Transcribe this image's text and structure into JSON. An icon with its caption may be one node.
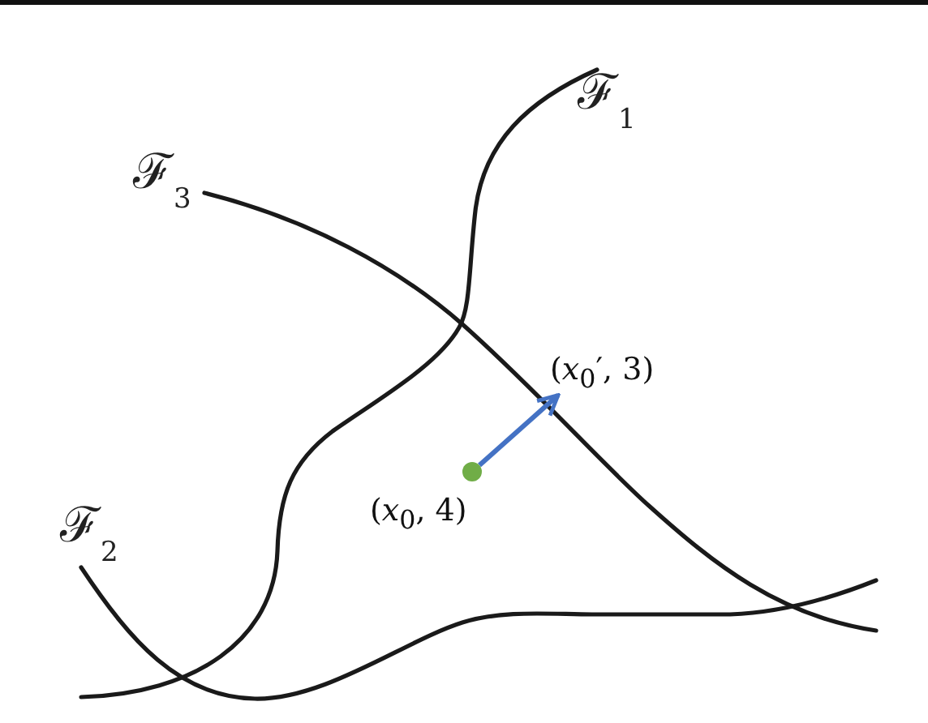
{
  "diagram": {
    "nodes": [
      {
        "text": [
          "(*x*$_{0}$′, 3)"
        ]
      },
      {
        "text": [],
        "shape": "circle",
        "beside": [
          "(*x*$_{0}$, 4)"
        ]
      }
    ],
    "edges": [
      {
        "from": 1,
        "to": 0,
        "arrow": "to",
        "color": "#4472c4"
      }
    ],
    "labels": [
      "ℱ$_{1}$",
      "ℱ$_{3}$",
      "ℱ$_{2}$"
    ]
  }
}
